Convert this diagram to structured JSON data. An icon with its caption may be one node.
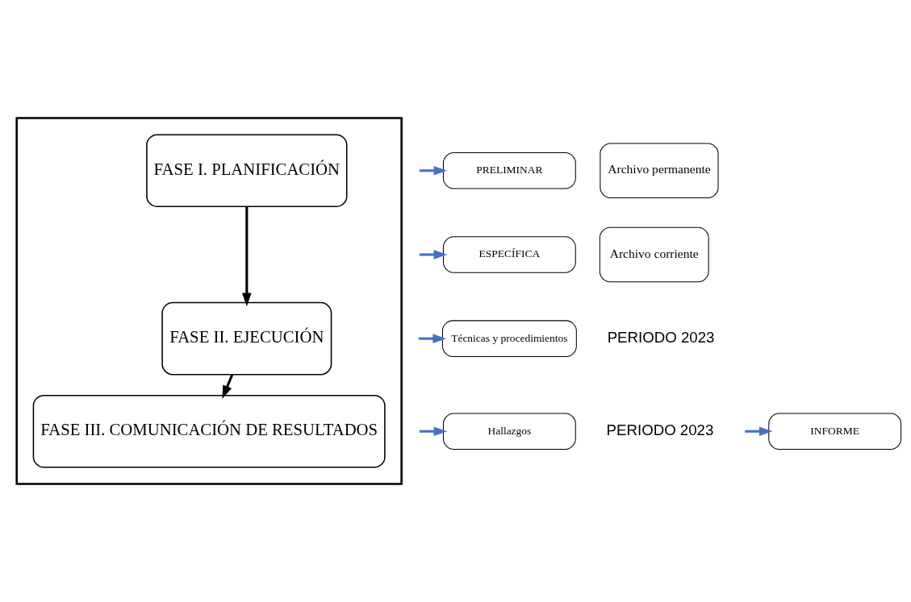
{
  "diagram": {
    "nodes": [
      {
        "text": [],
        "shape": "box"
      },
      {
        "text": [
          "FASE I. PLANIFICACIÓN"
        ],
        "in": 0
      },
      {
        "text": [
          "FASE II. EJECUCIÓN"
        ],
        "in": 0
      },
      {
        "text": [
          "FASE III. COMUNICACIÓN DE RESULTADOS"
        ],
        "in": 0
      },
      {
        "text": [
          "PRELIMINAR"
        ]
      },
      {
        "text": [
          "Archivo permanente"
        ]
      },
      {
        "text": [
          "ESPECÍFICA"
        ]
      },
      {
        "text": [
          "Archivo corriente"
        ]
      },
      {
        "text": [
          "Técnicas y procedimientos"
        ]
      },
      {
        "text": [
          "Hallazgos"
        ]
      },
      {
        "text": [
          "INFORME"
        ]
      }
    ],
    "edges": [
      {
        "from": 1,
        "to": 2,
        "arrow": "to",
        "color": "#000000"
      },
      {
        "from": 2,
        "to": 3,
        "arrow": "to",
        "color": "#000000"
      },
      {
        "from": null,
        "to": 4,
        "arrow": "to"
      },
      {
        "from": null,
        "to": 6,
        "arrow": "to"
      },
      {
        "from": null,
        "to": 8,
        "arrow": "to"
      },
      {
        "from": null,
        "to": 9,
        "arrow": "to"
      },
      {
        "from": null,
        "to": 10,
        "arrow": "to"
      }
    ],
    "labels": [
      "PERIODO 2023",
      "PERIODO 2023"
    ]
  }
}
